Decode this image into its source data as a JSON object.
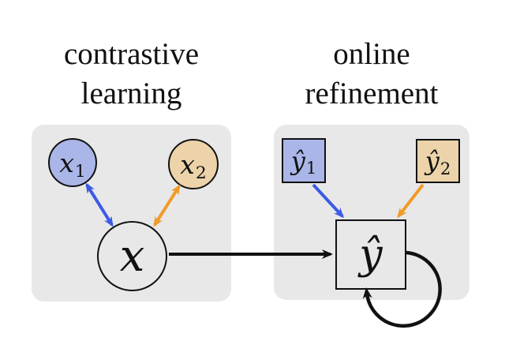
{
  "palette": {
    "ink": "#111111",
    "panel_gray": "#e8e8e8",
    "blue_fill": "#aab6e8",
    "blue_arrow": "#3c5ae6",
    "orange_fill": "#ecd3a9",
    "orange_arrow": "#f09b28",
    "background": "#ffffff"
  },
  "left_section": {
    "title_line1": "contrastive",
    "title_line2": "learning",
    "nodes": {
      "x1": {
        "base": "x",
        "sub": "1"
      },
      "x2": {
        "base": "x",
        "sub": "2"
      },
      "x": {
        "base": "x"
      }
    }
  },
  "right_section": {
    "title_line1": "online",
    "title_line2": "refinement",
    "nodes": {
      "y1": {
        "base": "ŷ",
        "sub": "1"
      },
      "y2": {
        "base": "ŷ",
        "sub": "2"
      },
      "y": {
        "base": "ŷ"
      }
    }
  }
}
